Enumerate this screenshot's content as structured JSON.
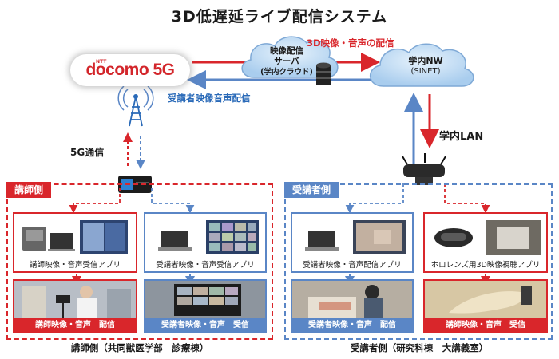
{
  "title": "3D低遅延ライブ配信システム",
  "docomo_logo": "docomo 5G",
  "docomo_ntt": "NTT",
  "server": {
    "line1": "映像配信",
    "line2": "サーバ",
    "line3": "(学内クラウド)"
  },
  "campus_nw": {
    "line1": "学内NW",
    "line2": "(SINET)"
  },
  "edge_labels": {
    "to_nw": "3D映像・音声の配信",
    "to_docomo": "受講者映像音声配信",
    "g5": "5G通信",
    "lan": "学内LAN"
  },
  "instructor": {
    "tag": "講師側",
    "app_card": "講師映像・音声受信アプリ",
    "app_card2": "受講者映像・音声受信アプリ",
    "photo1": "講師映像・音声　配信",
    "photo2": "受講者映像・音声　受信",
    "bottom": "講師側（共同獣医学部　診療棟）"
  },
  "student": {
    "tag": "受講者側",
    "app_card": "受講者映像・音声配信アプリ",
    "app_card2": "ホロレンズ用3D映像視聴アプリ",
    "photo1": "受講者映像・音声　配信",
    "photo2": "講師映像・音声　受信",
    "bottom": "受講者側（研究科棟　大講義室）"
  },
  "colors": {
    "red": "#d9262b",
    "blue": "#5a86c6",
    "docomo": "#d3262b"
  }
}
